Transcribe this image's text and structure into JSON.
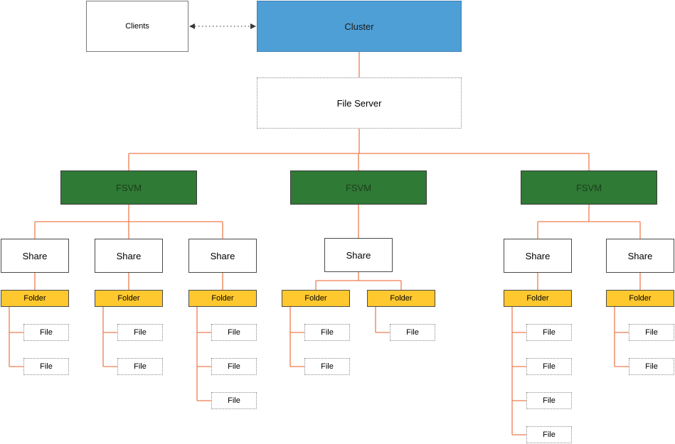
{
  "colors": {
    "connector": "#ed7d4e",
    "cluster_fill": "#4e9fd6",
    "fsvm_fill": "#2f7a35",
    "folder_fill": "#ffc82e"
  },
  "clients": {
    "label": "Clients"
  },
  "cluster": {
    "label": "Cluster"
  },
  "file_server": {
    "label": "File Server"
  },
  "fsvms": [
    {
      "label": "FSVM",
      "shares": [
        {
          "label": "Share",
          "folders": [
            {
              "label": "Folder",
              "files": [
                "File",
                "File"
              ]
            }
          ]
        },
        {
          "label": "Share",
          "folders": [
            {
              "label": "Folder",
              "files": [
                "File",
                "File"
              ]
            }
          ]
        },
        {
          "label": "Share",
          "folders": [
            {
              "label": "Folder",
              "files": [
                "File",
                "File",
                "File"
              ]
            }
          ]
        }
      ]
    },
    {
      "label": "FSVM",
      "shares": [
        {
          "label": "Share",
          "folders": [
            {
              "label": "Folder",
              "files": [
                "File",
                "File"
              ]
            },
            {
              "label": "Folder",
              "files": [
                "File"
              ]
            }
          ]
        }
      ]
    },
    {
      "label": "FSVM",
      "shares": [
        {
          "label": "Share",
          "folders": [
            {
              "label": "Folder",
              "files": [
                "File",
                "File",
                "File",
                "File"
              ]
            }
          ]
        },
        {
          "label": "Share",
          "folders": [
            {
              "label": "Folder",
              "files": [
                "File",
                "File"
              ]
            }
          ]
        }
      ]
    }
  ]
}
